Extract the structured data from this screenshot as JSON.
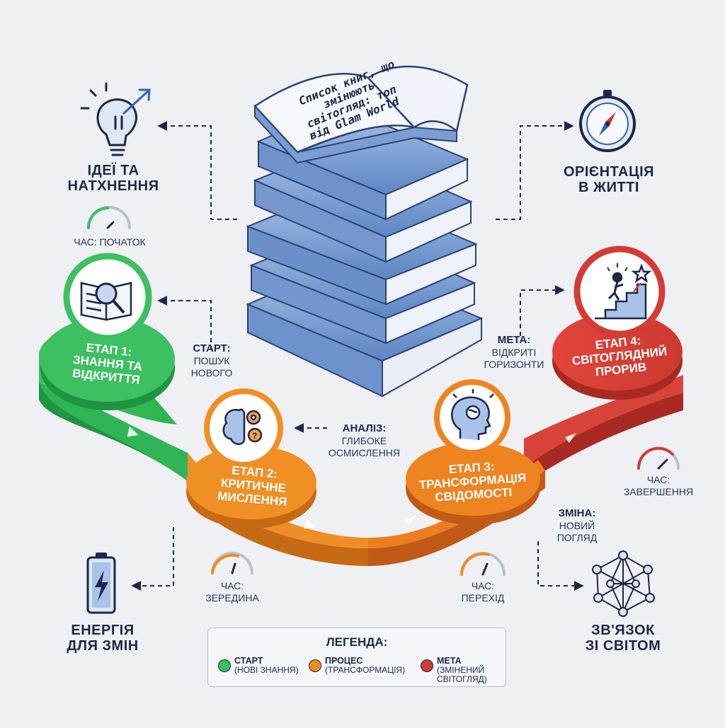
{
  "book_title": {
    "line1": "Список книг, що",
    "line2": "змінюють",
    "line3": "світогляд: топ",
    "line4": "від Glam World"
  },
  "ideas": {
    "line1": "ІДЕЇ ТА",
    "line2": "НАТХНЕННЯ"
  },
  "orientation": {
    "line1": "ОРІЄНТАЦІЯ",
    "line2": "В ЖИТТІ"
  },
  "energy": {
    "line1": "ЕНЕРГІЯ",
    "line2": "ДЛЯ ЗМІН"
  },
  "connection": {
    "line1": "ЗВ'ЯЗОК",
    "line2": "ЗІ СВІТОМ"
  },
  "stages": [
    {
      "line1": "ЕТАП 1:",
      "line2": "ЗНАННЯ ТА",
      "line3": "ВІДКРИТТЯ",
      "color": "#3cbf5f"
    },
    {
      "line1": "ЕТАП 2:",
      "line2": "КРИТИЧНЕ",
      "line3": "МИСЛЕННЯ",
      "color": "#ef8c22"
    },
    {
      "line1": "ЕТАП 3:",
      "line2": "ТРАНСФОРМАЦІЯ",
      "line3": "СВІДОМОСТІ",
      "color": "#ef8c22"
    },
    {
      "line1": "ЕТАП 4:",
      "line2": "СВІТОГЛЯДНИЙ",
      "line3": "ПРОРИВ",
      "color": "#d23c34"
    }
  ],
  "notes": {
    "start": {
      "title": "СТАРТ:",
      "line1": "ПОШУК",
      "line2": "НОВОГО"
    },
    "analysis": {
      "title": "АНАЛІЗ:",
      "line1": "ГЛИБОКЕ",
      "line2": "ОСМИСЛЕННЯ"
    },
    "goal": {
      "title": "МЕТА:",
      "line1": "ВІДКРИТІ",
      "line2": "ГОРИЗОНТИ"
    },
    "change": {
      "title": "ЗМІНА:",
      "line1": "НОВИЙ",
      "line2": "ПОГЛЯД"
    }
  },
  "times": {
    "start": "ЧАС: ПОЧАТОК",
    "middle": {
      "line1": "ЧАС:",
      "line2": "ЗЕРЕДИНА"
    },
    "transition": {
      "line1": "ЧАС:",
      "line2": "ПЕРЕХІД"
    },
    "end": {
      "line1": "ЧАС:",
      "line2": "ЗАВЕРШЕННЯ"
    }
  },
  "legend": {
    "title": "ЛЕГЕНДА:",
    "items": [
      {
        "title": "СТАРТ",
        "desc": "(НОВІ ЗНАННЯ)",
        "color": "#3cbf5f"
      },
      {
        "title": "ПРОЦЕС",
        "desc": "(ТРАНСФОРМАЦІЯ)",
        "color": "#ef8c22"
      },
      {
        "title": "МЕТА",
        "desc1": "(ЗМІНЕНИЙ",
        "desc2": "СВІТОГЛЯД)",
        "color": "#d23c34"
      }
    ]
  },
  "colors": {
    "green": "#3cbf5f",
    "orange": "#ef8c22",
    "red": "#d23c34",
    "navy": "#1b2747",
    "book_blue": "#7ea3d6"
  },
  "icons": [
    "lightbulb-arrow-icon",
    "compass-icon",
    "battery-bolt-icon",
    "network-sphere-icon",
    "book-magnifier-icon",
    "brain-gears-icon",
    "head-globe-icon",
    "stairs-climber-icon",
    "gauge-icon"
  ]
}
